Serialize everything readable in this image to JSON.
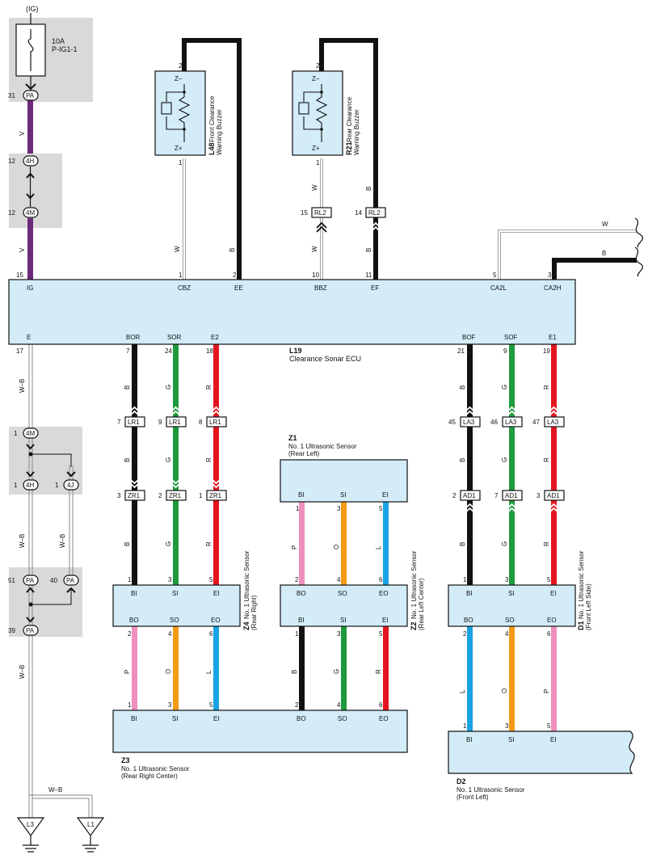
{
  "power": {
    "ig_label": "(IG)",
    "fuse_rating": "10A",
    "fuse_name": "P-IG1-1"
  },
  "connectors": {
    "pa_31": {
      "pin": "31",
      "code": "PA"
    },
    "h4_12": {
      "pin": "12",
      "code": "4H"
    },
    "m4_12": {
      "pin": "12",
      "code": "4M"
    },
    "m4_1": {
      "pin": "1",
      "code": "4M"
    },
    "h4_1": {
      "pin": "1",
      "code": "4H"
    },
    "j4_1": {
      "pin": "1",
      "code": "4J"
    },
    "pa_51": {
      "pin": "51",
      "code": "PA"
    },
    "pa_40": {
      "pin": "40",
      "code": "PA"
    },
    "pa_39": {
      "pin": "39",
      "code": "PA"
    },
    "rl2_15": {
      "pin": "15",
      "code": "RL2"
    },
    "rl2_14": {
      "pin": "14",
      "code": "RL2"
    },
    "lr1_7": {
      "pin": "7",
      "code": "LR1"
    },
    "lr1_9": {
      "pin": "9",
      "code": "LR1"
    },
    "lr1_8": {
      "pin": "8",
      "code": "LR1"
    },
    "zr1_3": {
      "pin": "3",
      "code": "ZR1"
    },
    "zr1_2": {
      "pin": "2",
      "code": "ZR1"
    },
    "zr1_1": {
      "pin": "1",
      "code": "ZR1"
    },
    "la3_45": {
      "pin": "45",
      "code": "LA3"
    },
    "la3_46": {
      "pin": "46",
      "code": "LA3"
    },
    "la3_47": {
      "pin": "47",
      "code": "LA3"
    },
    "ad1_2": {
      "pin": "2",
      "code": "AD1"
    },
    "ad1_7": {
      "pin": "7",
      "code": "AD1"
    },
    "ad1_3": {
      "pin": "3",
      "code": "AD1"
    }
  },
  "wire_colors": {
    "V": "V",
    "W": "W",
    "B": "B",
    "G": "G",
    "R": "R",
    "P": "P",
    "O": "O",
    "L": "L",
    "WB": "W–B"
  },
  "pin_numbers": {
    "n1": "1",
    "n2": "2",
    "n3": "3",
    "n4": "4",
    "n5": "5",
    "n6": "6",
    "n7": "7",
    "n9": "9",
    "n10": "10",
    "n11": "11",
    "n15": "15",
    "n17": "17",
    "n18": "18",
    "n19": "19",
    "n21": "21",
    "n24": "24"
  },
  "buzzer_pins": {
    "z_minus": "Z–",
    "z_plus": "Z+"
  },
  "front_buzzer": {
    "code": "L48",
    "name_line1": "Front Clearance",
    "name_line2": "Warning Buzzer"
  },
  "rear_buzzer": {
    "code": "R21",
    "name_line1": "Rear Clearance",
    "name_line2": "Warning Buzzer"
  },
  "ecu": {
    "code": "L19",
    "name": "Clearance Sonar ECU",
    "top_pins": [
      "IG",
      "CBZ",
      "EE",
      "BBZ",
      "EF",
      "CA2L",
      "CA2H"
    ],
    "bottom_pins": [
      "E",
      "BOR",
      "SOR",
      "E2",
      "BOF",
      "SOF",
      "E1"
    ]
  },
  "sensor_pins": {
    "bi": "BI",
    "si": "SI",
    "ei": "EI",
    "bo": "BO",
    "so": "SO",
    "eo": "EO"
  },
  "sensor_z1": {
    "code": "Z1",
    "line1": "No. 1 Ultrasonic Sensor",
    "line2": "(Rear Left)"
  },
  "sensor_z2": {
    "code": "Z2",
    "line1": "No. 1 Ultrasonic Sensor",
    "line2": "(Rear Left Center)"
  },
  "sensor_z3": {
    "code": "Z3",
    "line1": "No. 1 Ultrasonic Sensor",
    "line2": "(Rear Right Center)"
  },
  "sensor_z4": {
    "code": "Z4",
    "line1": "No. 1 Ultrasonic Sensor",
    "line2": "(Rear Right)"
  },
  "sensor_d1": {
    "code": "D1",
    "line1": "No. 1 Ultrasonic Sensor",
    "line2": "(Front Left Side)"
  },
  "sensor_d2": {
    "code": "D2",
    "line1": "No. 1 Ultrasonic Sensor",
    "line2": "(Front Left)"
  },
  "grounds": {
    "l3": "L3",
    "l1": "L1"
  },
  "colors": {
    "block_fill": "#d3ecf8",
    "shade": "#d9d9d9",
    "violet": "#6b2a7a",
    "black": "#111111",
    "green": "#1e9a3c",
    "red": "#e3151f",
    "pink": "#ee8fbf",
    "orange": "#f39a16",
    "blue": "#1aa3e2"
  }
}
